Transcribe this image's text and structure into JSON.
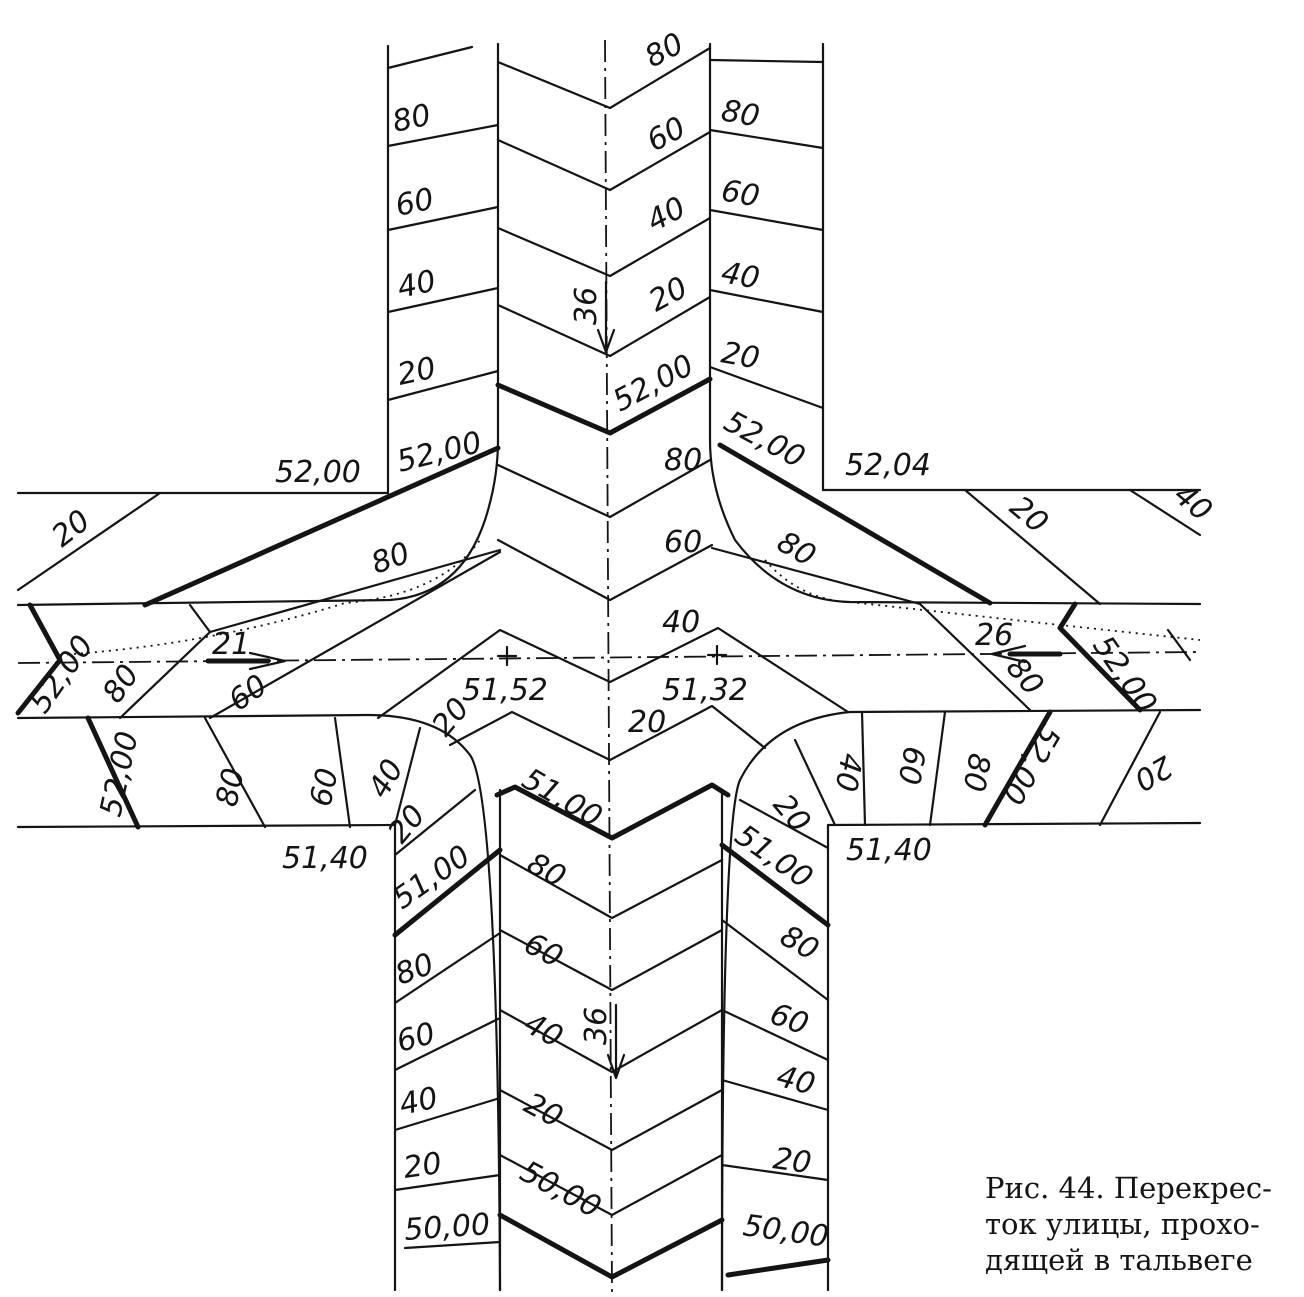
{
  "caption": {
    "line1": "Рис.  44.  Перекрес-",
    "line2": "ток  улицы,  прохо-",
    "line3": "дящей  в  тальвеге"
  },
  "labels": {
    "n_l_80": "80",
    "n_l_60": "60",
    "n_l_40": "40",
    "n_l_20": "20",
    "n_l_5200": "52,00",
    "n_c_80": "80",
    "n_c_60": "60",
    "n_c_40": "40",
    "n_c_20": "20",
    "n_c_5200": "52,00",
    "n_r_80": "80",
    "n_r_60": "60",
    "n_r_40": "40",
    "n_r_20": "20",
    "n_r_5200": "52,00",
    "n_slope": "36",
    "w_corner_5200": "52,00",
    "e_corner_5204": "52,04",
    "w_top_20": "20",
    "w_curb_80": "80",
    "w_crown_5200": "52,00",
    "w_crown_80": "80",
    "w_crown_60": "60",
    "w_slope": "21",
    "w_bot_5200": "52,00",
    "w_bot_80": "80",
    "w_bot_60": "60",
    "w_bot_40": "40",
    "c_80": "80",
    "c_60": "60",
    "c_40": "40",
    "c_20l": "20",
    "c_20r": "20",
    "c_5152": "51,52",
    "c_5132": "51,32",
    "c_5100": "51,00",
    "e_top_20": "20",
    "e_top_40": "40",
    "e_curb_80": "80",
    "e_slope": "26",
    "e_crown_80": "80",
    "e_crown_5200": "52,00",
    "e_bot_40": "40",
    "e_bot_60": "60",
    "e_bot_80": "80",
    "e_bot_5200": "52,00",
    "e_bot_20": "20",
    "sw_corner_5140": "51,40",
    "se_corner_5140": "51,40",
    "s_l_20a": "20",
    "s_l_5100": "51,00",
    "s_l_80": "80",
    "s_l_60": "60",
    "s_l_40": "40",
    "s_l_20": "20",
    "s_l_5000": "50,00",
    "s_c_80": "80",
    "s_c_60": "60",
    "s_c_40": "40",
    "s_c_20": "20",
    "s_c_5000": "50,00",
    "s_r_20a": "20",
    "s_r_5100": "51,00",
    "s_r_80": "80",
    "s_r_60": "60",
    "s_r_40": "40",
    "s_r_20": "20",
    "s_r_5000": "50,00",
    "s_slope": "36"
  }
}
